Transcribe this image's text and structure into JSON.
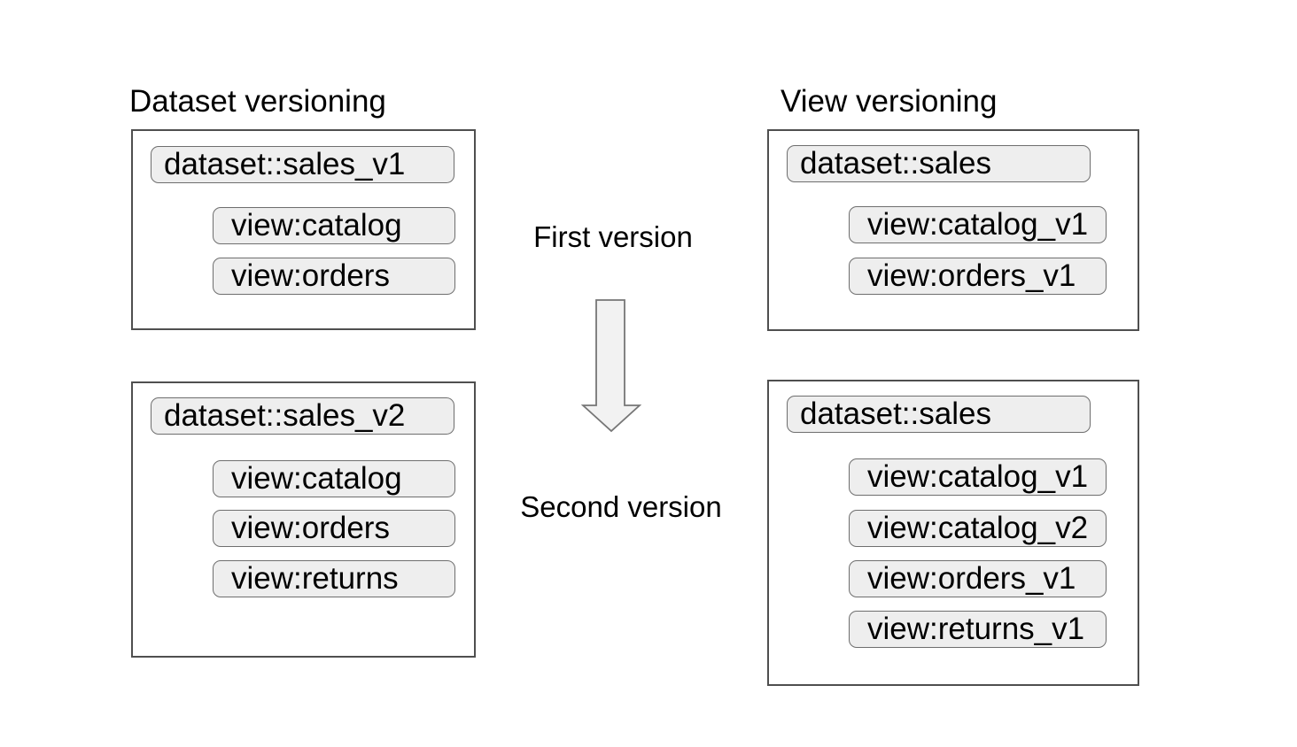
{
  "diagram": {
    "left_column": {
      "title": "Dataset versioning",
      "first_panel": {
        "dataset": "dataset::sales_v1",
        "views": [
          "view:catalog",
          "view:orders"
        ]
      },
      "second_panel": {
        "dataset": "dataset::sales_v2",
        "views": [
          "view:catalog",
          "view:orders",
          "view:returns"
        ]
      }
    },
    "right_column": {
      "title": "View versioning",
      "first_panel": {
        "dataset": "dataset::sales",
        "views": [
          "view:catalog_v1",
          "view:orders_v1"
        ]
      },
      "second_panel": {
        "dataset": "dataset::sales",
        "views": [
          "view:catalog_v1",
          "view:catalog_v2",
          "view:orders_v1",
          "view:returns_v1"
        ]
      }
    },
    "center": {
      "first_label": "First version",
      "second_label": "Second version",
      "arrow_icon": "down-arrow-icon"
    },
    "colors": {
      "background": "#ffffff",
      "text": "#000000",
      "panel_border": "#4f4f4f",
      "pill_fill": "#eeeeee",
      "pill_border": "#6e6e6e",
      "arrow_fill": "#f2f2f2",
      "arrow_border": "#767676"
    }
  }
}
